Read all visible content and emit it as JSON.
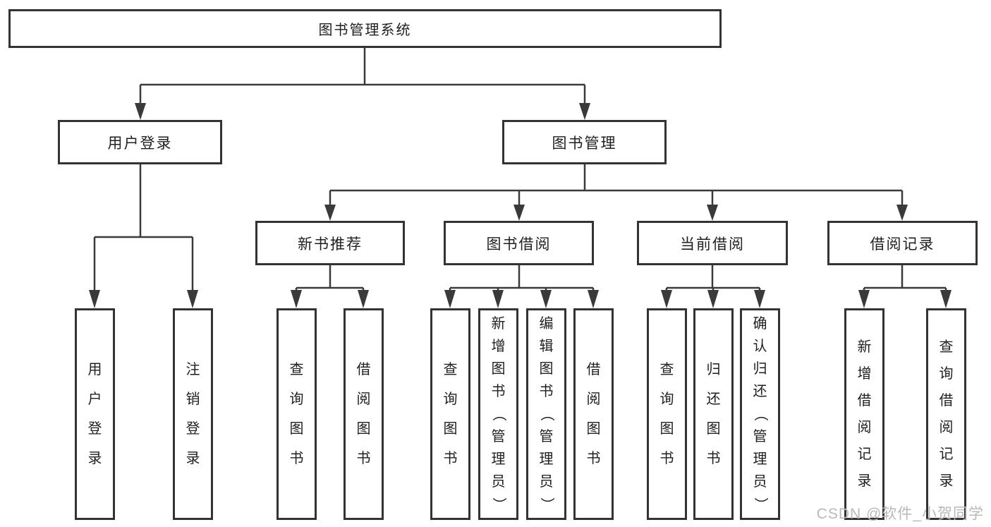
{
  "diagram": {
    "root": {
      "label": "图书管理系统"
    },
    "level2": [
      {
        "label": "用户登录"
      },
      {
        "label": "图书管理"
      }
    ],
    "level3": [
      {
        "label": "新书推荐",
        "parent": "图书管理"
      },
      {
        "label": "图书借阅",
        "parent": "图书管理"
      },
      {
        "label": "当前借阅",
        "parent": "图书管理"
      },
      {
        "label": "借阅记录",
        "parent": "图书管理"
      }
    ],
    "leaves": [
      {
        "label": "用户登录",
        "parent": "用户登录"
      },
      {
        "label": "注销登录",
        "parent": "用户登录"
      },
      {
        "label": "查询图书",
        "parent": "新书推荐"
      },
      {
        "label": "借阅图书",
        "parent": "新书推荐"
      },
      {
        "label": "查询图书",
        "parent": "图书借阅"
      },
      {
        "label": "新增图书（管理员）",
        "parent": "图书借阅"
      },
      {
        "label": "编辑图书（管理员）",
        "parent": "图书借阅"
      },
      {
        "label": "借阅图书",
        "parent": "图书借阅"
      },
      {
        "label": "查询图书",
        "parent": "当前借阅"
      },
      {
        "label": "归还图书",
        "parent": "当前借阅"
      },
      {
        "label": "确认归还（管理员）",
        "parent": "当前借阅"
      },
      {
        "label": "新增借阅记录",
        "parent": "借阅记录"
      },
      {
        "label": "查询借阅记录",
        "parent": "借阅记录"
      }
    ]
  },
  "watermark": {
    "text": "CSDN @软件_小贺同学"
  },
  "colors": {
    "line": "#3a3a3a",
    "box_border": "#333333",
    "text": "#1f1f1f",
    "background": "#ffffff",
    "watermark": "#b9b9b9"
  }
}
